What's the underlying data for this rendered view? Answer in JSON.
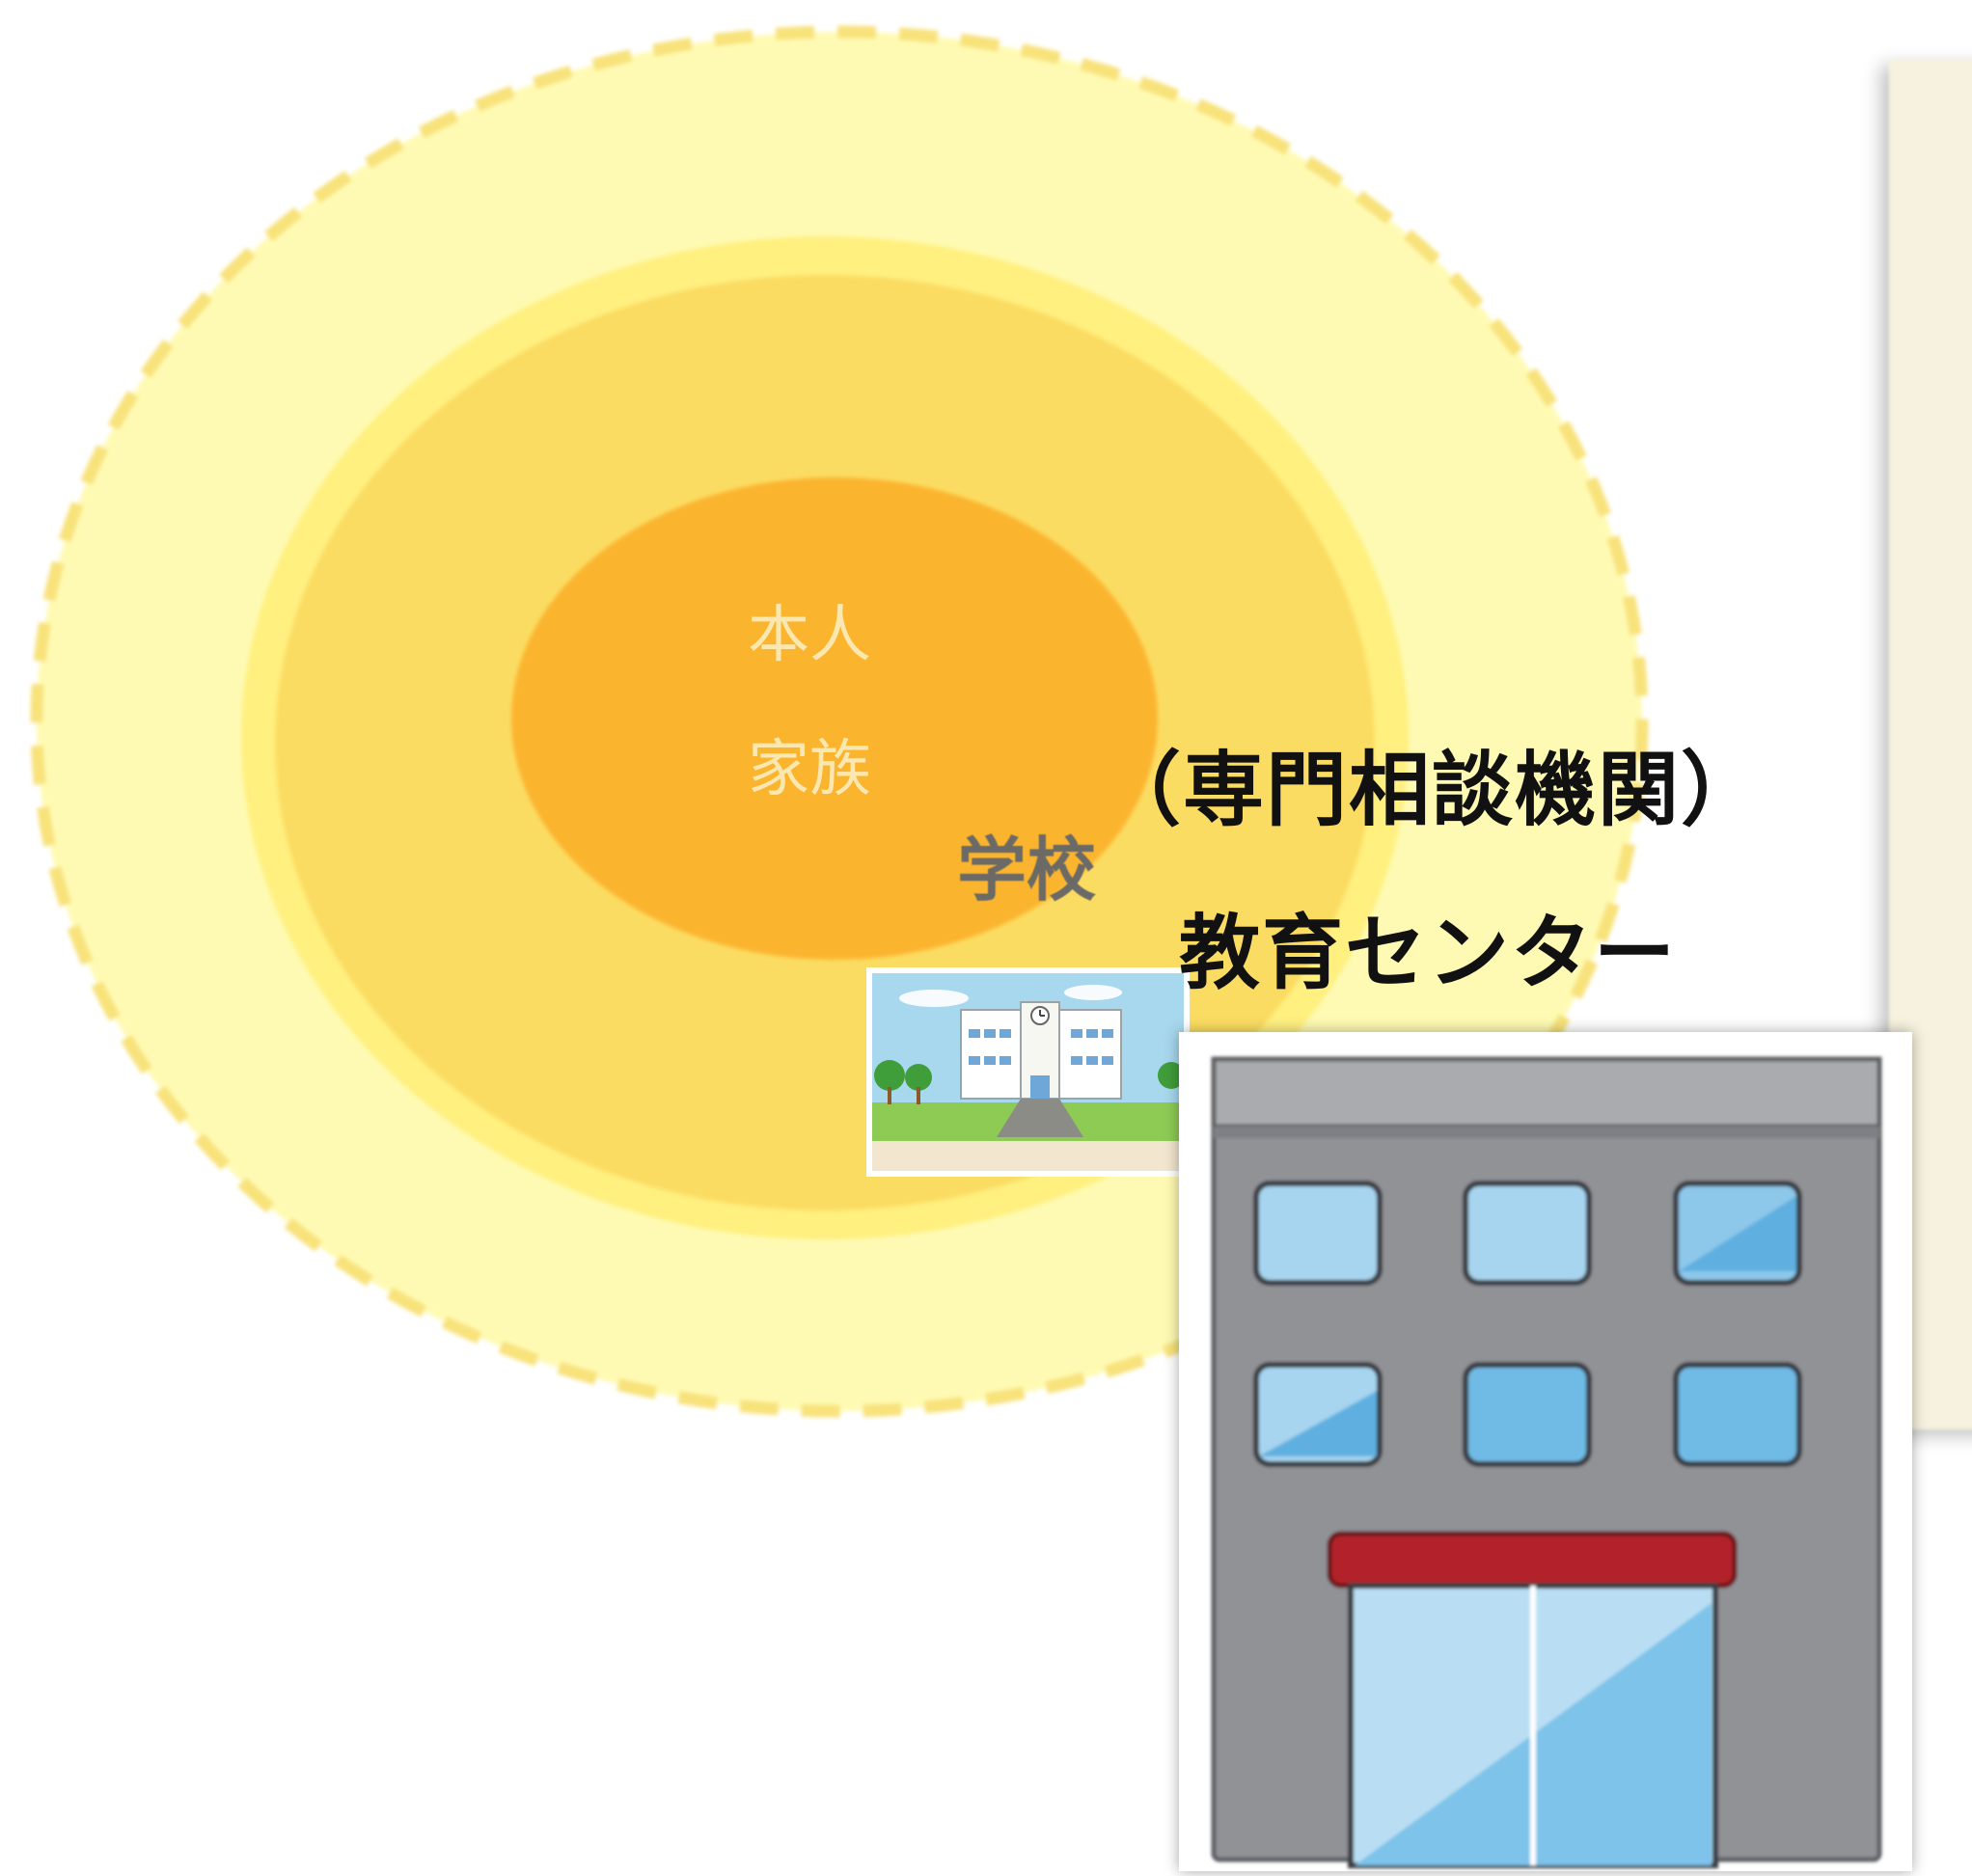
{
  "diagram": {
    "colors": {
      "outer_ring": "#fffab3",
      "outer_ring_dash": "#f8e27a",
      "middle_ring_edge": "#fff080",
      "middle_ring": "#fbdc62",
      "inner_core": "#fbb42d",
      "panel": "#f7f2df"
    },
    "labels": {
      "self": "本人",
      "family": "家族",
      "school": "学校",
      "agency_category": "（専門相談機関）",
      "agency_name": "教育センター"
    },
    "icons": {
      "school_picture": "school-building-illustration",
      "center_picture": "office-building-illustration"
    }
  }
}
